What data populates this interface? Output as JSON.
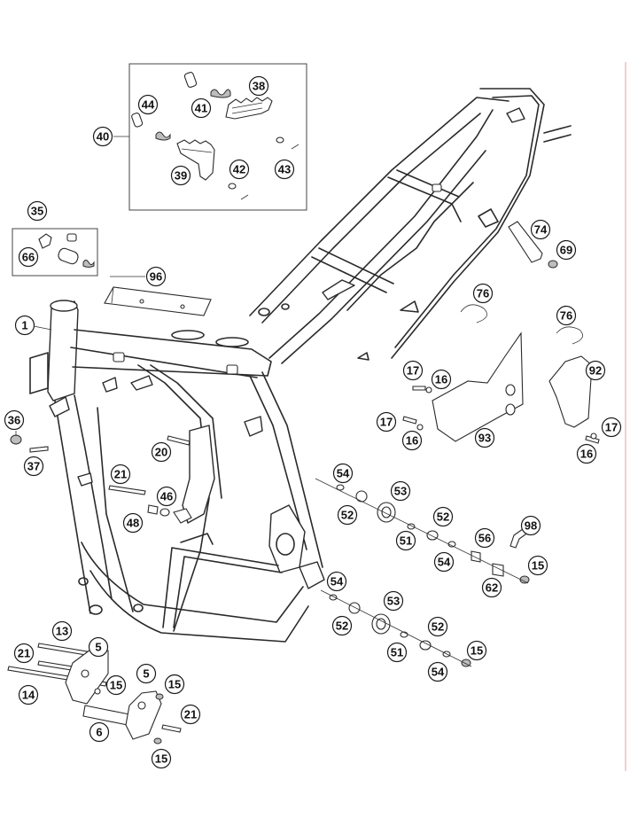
{
  "callouts": [
    {
      "id": "c1",
      "label": "1"
    },
    {
      "id": "c5a",
      "label": "5"
    },
    {
      "id": "c5b",
      "label": "5"
    },
    {
      "id": "c6",
      "label": "6"
    },
    {
      "id": "c13",
      "label": "13"
    },
    {
      "id": "c14",
      "label": "14"
    },
    {
      "id": "c15a",
      "label": "15"
    },
    {
      "id": "c15b",
      "label": "15"
    },
    {
      "id": "c15c",
      "label": "15"
    },
    {
      "id": "c15d",
      "label": "15"
    },
    {
      "id": "c15e",
      "label": "15"
    },
    {
      "id": "c16a",
      "label": "16"
    },
    {
      "id": "c16b",
      "label": "16"
    },
    {
      "id": "c16c",
      "label": "16"
    },
    {
      "id": "c17a",
      "label": "17"
    },
    {
      "id": "c17b",
      "label": "17"
    },
    {
      "id": "c17c",
      "label": "17"
    },
    {
      "id": "c20",
      "label": "20"
    },
    {
      "id": "c21a",
      "label": "21"
    },
    {
      "id": "c21b",
      "label": "21"
    },
    {
      "id": "c21c",
      "label": "21"
    },
    {
      "id": "c35",
      "label": "35"
    },
    {
      "id": "c36",
      "label": "36"
    },
    {
      "id": "c37",
      "label": "37"
    },
    {
      "id": "c38",
      "label": "38"
    },
    {
      "id": "c39",
      "label": "39"
    },
    {
      "id": "c40",
      "label": "40"
    },
    {
      "id": "c41",
      "label": "41"
    },
    {
      "id": "c42",
      "label": "42"
    },
    {
      "id": "c43",
      "label": "43"
    },
    {
      "id": "c44",
      "label": "44"
    },
    {
      "id": "c46",
      "label": "46"
    },
    {
      "id": "c48",
      "label": "48"
    },
    {
      "id": "c51a",
      "label": "51"
    },
    {
      "id": "c51b",
      "label": "51"
    },
    {
      "id": "c52a",
      "label": "52"
    },
    {
      "id": "c52b",
      "label": "52"
    },
    {
      "id": "c52c",
      "label": "52"
    },
    {
      "id": "c52d",
      "label": "52"
    },
    {
      "id": "c53a",
      "label": "53"
    },
    {
      "id": "c53b",
      "label": "53"
    },
    {
      "id": "c54a",
      "label": "54"
    },
    {
      "id": "c54b",
      "label": "54"
    },
    {
      "id": "c54c",
      "label": "54"
    },
    {
      "id": "c54d",
      "label": "54"
    },
    {
      "id": "c56",
      "label": "56"
    },
    {
      "id": "c62",
      "label": "62"
    },
    {
      "id": "c66",
      "label": "66"
    },
    {
      "id": "c69",
      "label": "69"
    },
    {
      "id": "c74",
      "label": "74"
    },
    {
      "id": "c76a",
      "label": "76"
    },
    {
      "id": "c76b",
      "label": "76"
    },
    {
      "id": "c92",
      "label": "92"
    },
    {
      "id": "c93",
      "label": "93"
    },
    {
      "id": "c96",
      "label": "96"
    },
    {
      "id": "c98",
      "label": "98"
    }
  ]
}
